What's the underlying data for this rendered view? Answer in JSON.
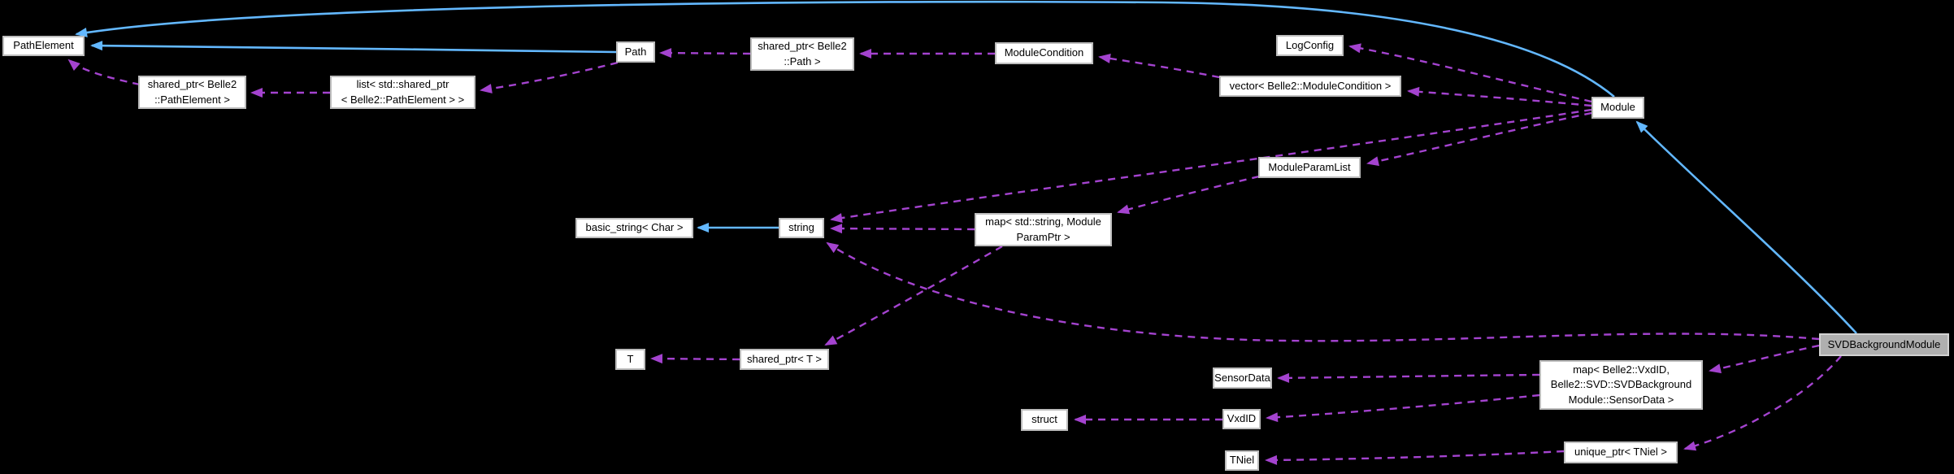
{
  "diagram": {
    "type": "doxygen-collaboration-graph",
    "focus_class": "SVDBackgroundModule",
    "nodes": {
      "path_element": {
        "label": "PathElement"
      },
      "shared_ptr_path_element": {
        "label": "shared_ptr< Belle2\n::PathElement >"
      },
      "list_shared_ptr_path_element": {
        "label": "list< std::shared_ptr\n< Belle2::PathElement > >"
      },
      "path": {
        "label": "Path"
      },
      "shared_ptr_path": {
        "label": "shared_ptr< Belle2\n::Path >"
      },
      "module_condition": {
        "label": "ModuleCondition"
      },
      "log_config": {
        "label": "LogConfig"
      },
      "vector_module_condition": {
        "label": "vector< Belle2::ModuleCondition >"
      },
      "module": {
        "label": "Module"
      },
      "module_param_list": {
        "label": "ModuleParamList"
      },
      "basic_string_char": {
        "label": "basic_string< Char >"
      },
      "string": {
        "label": "string"
      },
      "map_string_module_param_ptr": {
        "label": "map< std::string, Module\nParamPtr >"
      },
      "t": {
        "label": "T"
      },
      "shared_ptr_t": {
        "label": "shared_ptr< T >"
      },
      "sensor_data": {
        "label": "SensorData"
      },
      "vxd_id": {
        "label": "VxdID"
      },
      "struct": {
        "label": "struct"
      },
      "tniel": {
        "label": "TNiel"
      },
      "unique_ptr_tniel": {
        "label": "unique_ptr< TNiel >"
      },
      "map_vxdid_sensordata": {
        "label": "map< Belle2::VxdID,\nBelle2::SVD::SVDBackground\nModule::SensorData >"
      },
      "svd_background_module": {
        "label": "SVDBackgroundModule"
      }
    },
    "edges": [
      {
        "from": "Path",
        "to": "PathElement",
        "style": "inheritance"
      },
      {
        "from": "Module",
        "to": "PathElement",
        "style": "inheritance"
      },
      {
        "from": "SVDBackgroundModule",
        "to": "Module",
        "style": "inheritance"
      },
      {
        "from": "string",
        "to": "basic_string< Char >",
        "style": "inheritance"
      },
      {
        "from": "shared_ptr< Belle2::PathElement >",
        "to": "PathElement",
        "style": "usage"
      },
      {
        "from": "list< std::shared_ptr< Belle2::PathElement > >",
        "to": "shared_ptr< Belle2::PathElement >",
        "style": "usage"
      },
      {
        "from": "Path",
        "to": "list< std::shared_ptr< Belle2::PathElement > >",
        "style": "usage"
      },
      {
        "from": "shared_ptr< Belle2::Path >",
        "to": "Path",
        "style": "usage"
      },
      {
        "from": "ModuleCondition",
        "to": "shared_ptr< Belle2::Path >",
        "style": "usage"
      },
      {
        "from": "vector< Belle2::ModuleCondition >",
        "to": "ModuleCondition",
        "style": "usage"
      },
      {
        "from": "Module",
        "to": "LogConfig",
        "style": "usage"
      },
      {
        "from": "Module",
        "to": "vector< Belle2::ModuleCondition >",
        "style": "usage"
      },
      {
        "from": "Module",
        "to": "ModuleParamList",
        "style": "usage"
      },
      {
        "from": "Module",
        "to": "string",
        "style": "usage"
      },
      {
        "from": "ModuleParamList",
        "to": "map< std::string, ModuleParamPtr >",
        "style": "usage"
      },
      {
        "from": "map< std::string, ModuleParamPtr >",
        "to": "string",
        "style": "usage"
      },
      {
        "from": "map< std::string, ModuleParamPtr >",
        "to": "shared_ptr< T >",
        "style": "usage"
      },
      {
        "from": "shared_ptr< T >",
        "to": "T",
        "style": "usage"
      },
      {
        "from": "SVDBackgroundModule",
        "to": "string",
        "style": "usage"
      },
      {
        "from": "SVDBackgroundModule",
        "to": "map< Belle2::VxdID, Belle2::SVD::SVDBackgroundModule::SensorData >",
        "style": "usage"
      },
      {
        "from": "SVDBackgroundModule",
        "to": "unique_ptr< TNiel >",
        "style": "usage"
      },
      {
        "from": "map< Belle2::VxdID, Belle2::SVD::SVDBackgroundModule::SensorData >",
        "to": "SensorData",
        "style": "usage"
      },
      {
        "from": "map< Belle2::VxdID, Belle2::SVD::SVDBackgroundModule::SensorData >",
        "to": "VxdID",
        "style": "usage"
      },
      {
        "from": "VxdID",
        "to": "struct",
        "style": "usage"
      },
      {
        "from": "unique_ptr< TNiel >",
        "to": "TNiel",
        "style": "usage"
      }
    ]
  },
  "colors": {
    "background": "#000000",
    "inheritance": "#63B8FF",
    "usage": "#A443CF",
    "node_fill": "#FFFFFF",
    "node_border": "#BDBDBD",
    "highlight_fill": "#AFAFAF",
    "highlight_border": "#D2D2D2",
    "text": "#000000"
  }
}
